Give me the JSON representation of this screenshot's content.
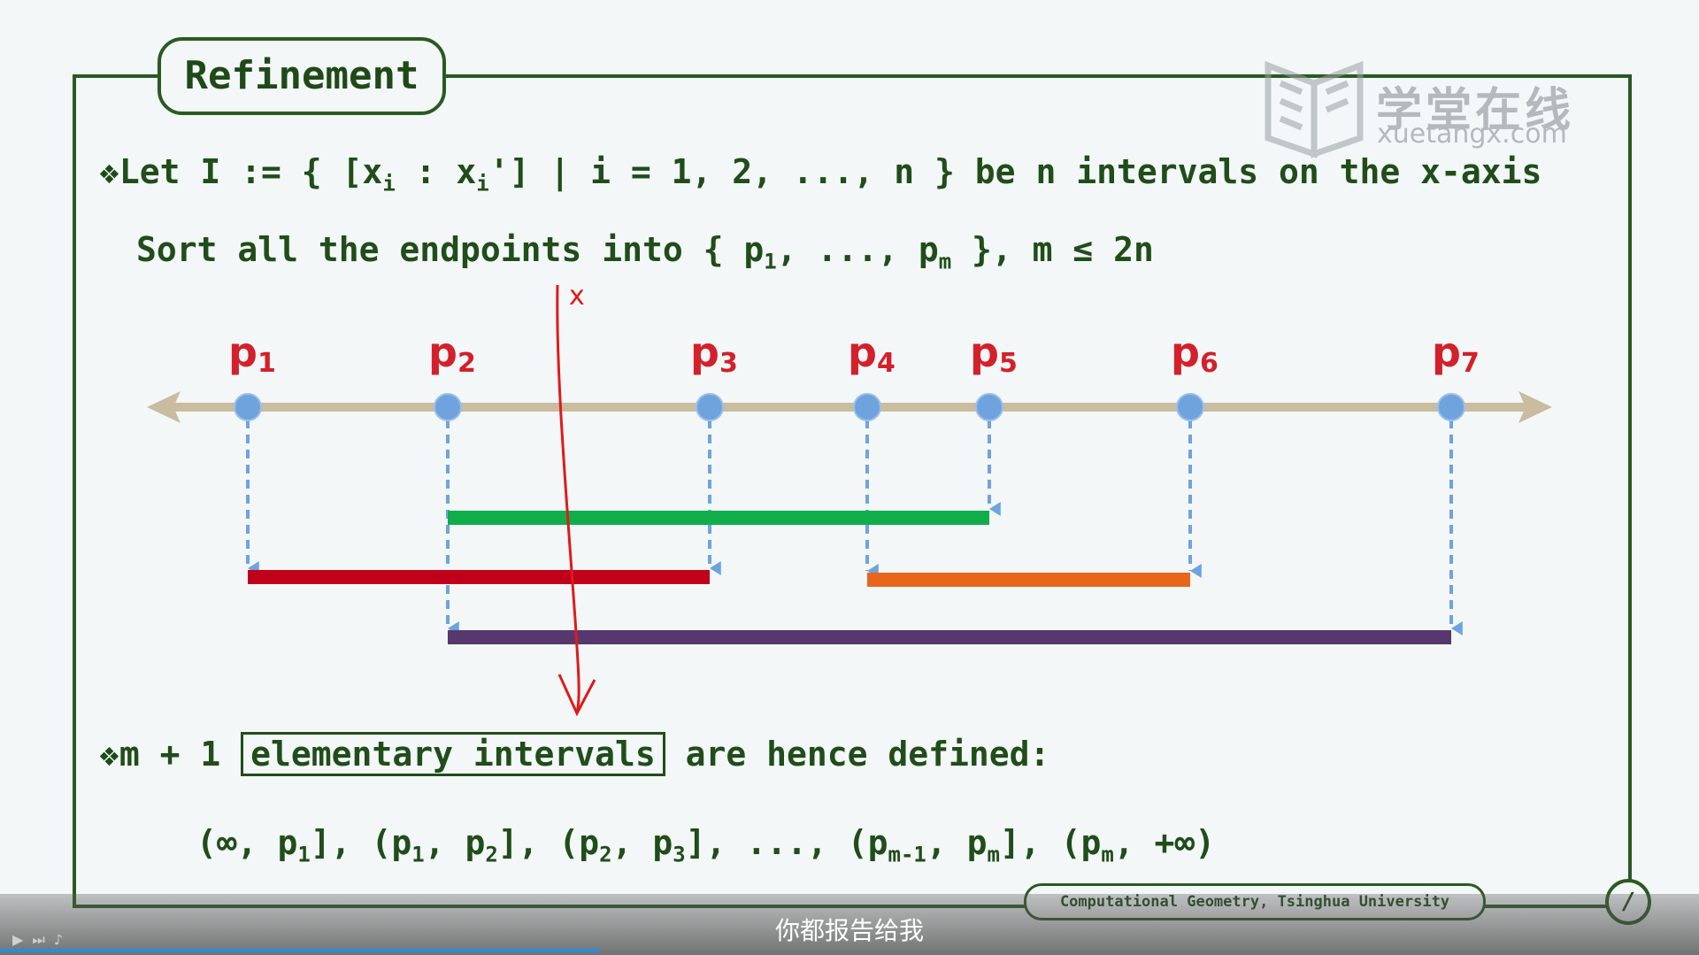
{
  "slide": {
    "title": "Refinement",
    "bullets": {
      "line1_prefix": "❖",
      "line1": "Let I := { [x",
      "line1_sub1": "i",
      "line1_mid": " : x",
      "line1_sub2": "i",
      "line1_end": "'] | i = 1, 2, ..., n } be n intervals on the x-axis",
      "line2": "Sort all the endpoints into { p",
      "line2_sub1": "1",
      "line2_mid": ", ..., p",
      "line2_sub2": "m",
      "line2_end": " }, m ≤ 2n",
      "line3_prefix": "❖",
      "line3_start": "m + 1 ",
      "line3_boxed": "elementary intervals",
      "line3_end": " are hence defined:",
      "line4_a": "(∞, p",
      "line4_a_sub": "1",
      "line4_b": "], (p",
      "line4_b_sub": "1",
      "line4_c": ", p",
      "line4_c_sub": "2",
      "line4_d": "], (p",
      "line4_d_sub": "2",
      "line4_e": ", p",
      "line4_e_sub": "3",
      "line4_f": "], ..., (p",
      "line4_f_sub": "m-1",
      "line4_g": ", p",
      "line4_g_sub": "m",
      "line4_h": "], (p",
      "line4_h_sub": "m",
      "line4_i": ", +∞)"
    },
    "points": [
      {
        "label": "p",
        "sub": "1"
      },
      {
        "label": "p",
        "sub": "2"
      },
      {
        "label": "p",
        "sub": "3"
      },
      {
        "label": "p",
        "sub": "4"
      },
      {
        "label": "p",
        "sub": "5"
      },
      {
        "label": "p",
        "sub": "6"
      },
      {
        "label": "p",
        "sub": "7"
      }
    ],
    "intervals": [
      {
        "from": 2,
        "to": 5,
        "color": "#0fae4a"
      },
      {
        "from": 1,
        "to": 3,
        "color": "#c0001a"
      },
      {
        "from": 4,
        "to": 6,
        "color": "#e8661b"
      },
      {
        "from": 2,
        "to": 7,
        "color": "#57386e"
      }
    ],
    "annotation_mark": "x",
    "footer": "Computational Geometry, Tsinghua University",
    "page_mark": "/"
  },
  "logo": {
    "cn": "学堂在线",
    "url": "xuetangx.com"
  },
  "video": {
    "subtitle": "你都报告给我",
    "progress_fraction": 0.353
  },
  "colors": {
    "frame": "#2a5a22",
    "text": "#204d19",
    "axis": "#c9bc9f",
    "point": "#6fa3de",
    "label": "#d4202a",
    "pen": "#e01a1a"
  }
}
